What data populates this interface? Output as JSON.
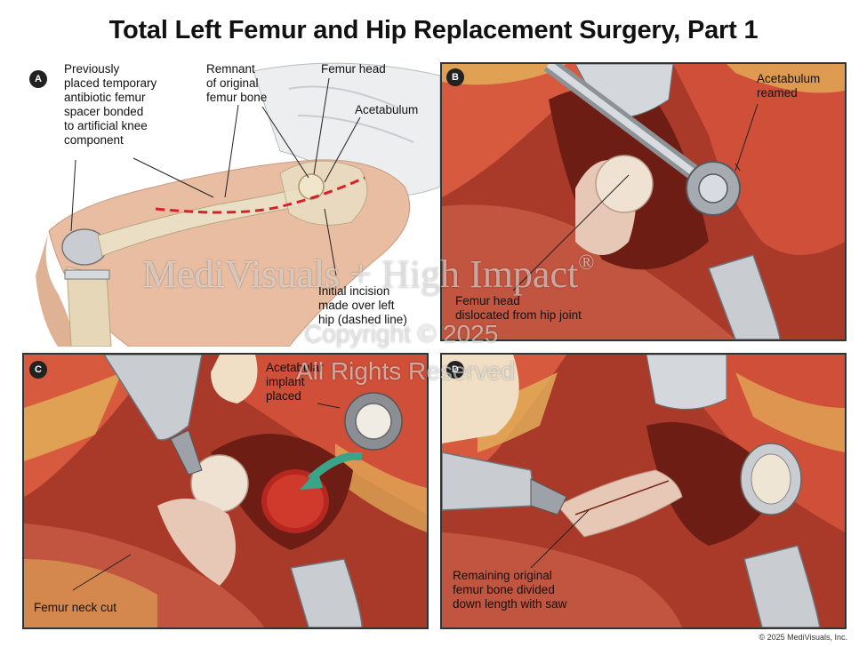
{
  "title": "Total Left Femur and Hip Replacement Surgery, Part 1",
  "panels": {
    "a": {
      "letter": "A",
      "labels": {
        "spacer": "Previously\nplaced temporary\nantibiotic femur\nspacer bonded\nto artificial knee\ncomponent",
        "remnant": "Remnant\nof original\nfemur bone",
        "femur_head": "Femur head",
        "acetabulum": "Acetabulum",
        "incision": "Initial incision\nmade over left\nhip (dashed line)"
      }
    },
    "b": {
      "letter": "B",
      "labels": {
        "reamed": "Acetabulum\nreamed",
        "dislocated": "Femur head\ndislocated from hip joint"
      }
    },
    "c": {
      "letter": "C",
      "labels": {
        "implant": "Acetabular\nimplant\nplaced",
        "neck_cut": "Femur neck cut"
      }
    },
    "d": {
      "letter": "D",
      "labels": {
        "divided": "Remaining original\nfemur bone divided\ndown length with saw"
      }
    }
  },
  "watermark": {
    "brand": "MediVisuals + High Impact",
    "registered": "®",
    "copyright": "Copyright © 2025",
    "rights": "All Rights Reserved"
  },
  "footer": "© 2025 MediVisuals, Inc.",
  "colors": {
    "tissue": "#b8402e",
    "fat": "#e3b35a",
    "bone": "#efe6cc",
    "metal": "#c9cdd2",
    "incision": "#d8202a",
    "arrow": "#3aa488"
  }
}
